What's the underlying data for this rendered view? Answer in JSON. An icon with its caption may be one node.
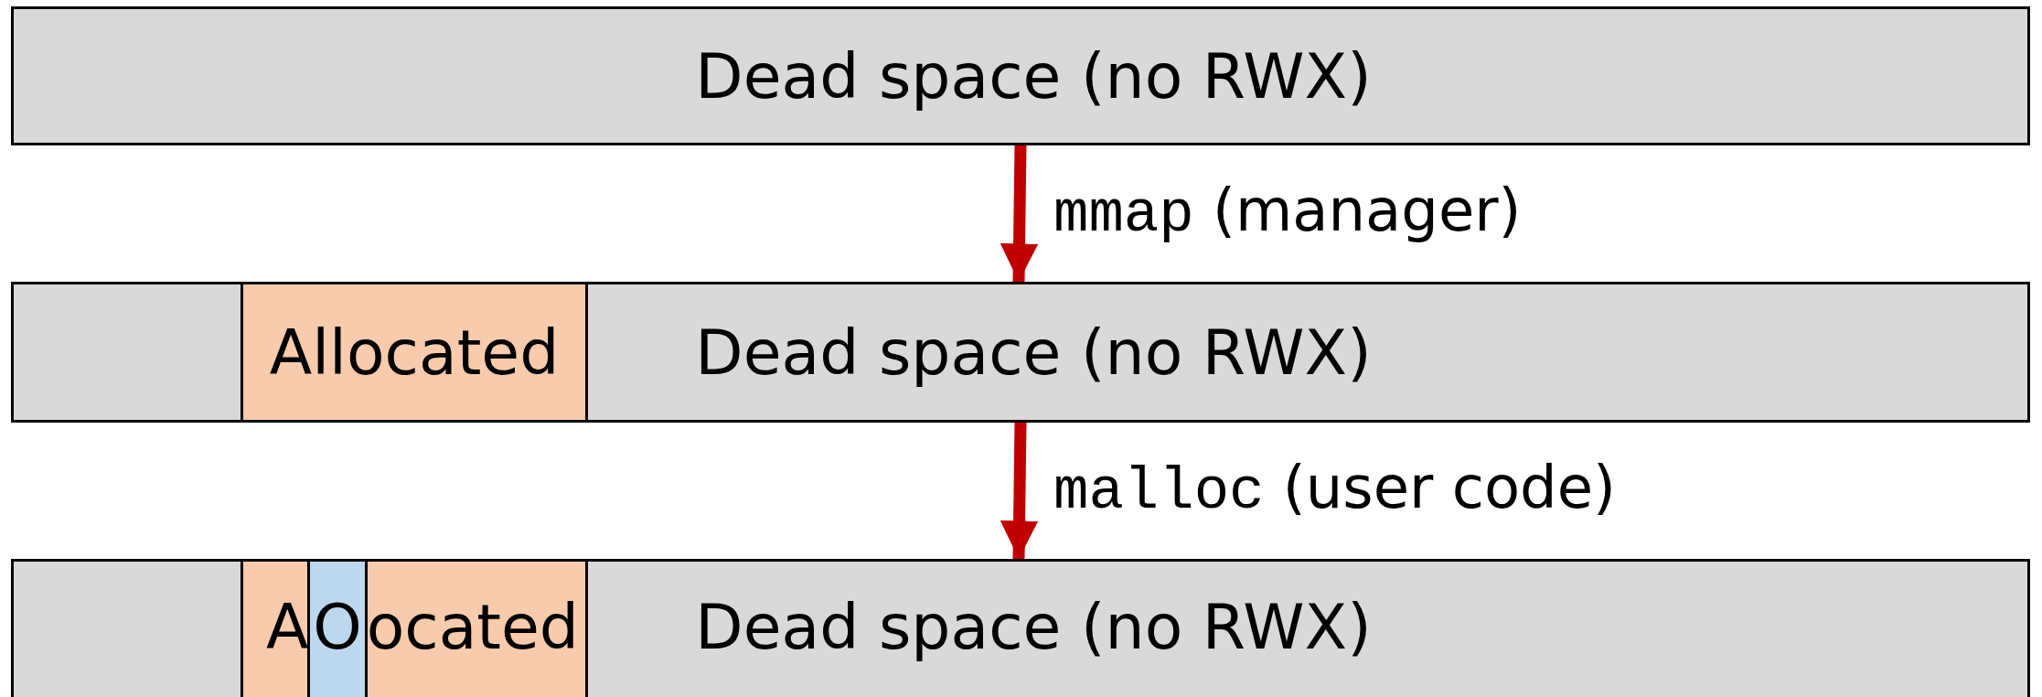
{
  "diagram": {
    "nodes": [
      {
        "text": [
          "Dead space (no RWX)"
        ]
      },
      {
        "text": [
          "Dead space (no RWX)"
        ]
      },
      {
        "text": [
          "Allocated"
        ],
        "in": 1
      },
      {
        "text": [
          "Dead space (no RWX)"
        ]
      },
      {
        "text": [
          "A",
          "ocated"
        ],
        "in": 3
      },
      {
        "text": [
          "O"
        ],
        "in": 4
      }
    ],
    "edges": [
      {
        "from": 0,
        "to": 1,
        "arrow": "to",
        "label": "mmap (manager)"
      },
      {
        "from": 1,
        "to": 3,
        "arrow": "to",
        "label": "malloc (user code)"
      }
    ]
  }
}
